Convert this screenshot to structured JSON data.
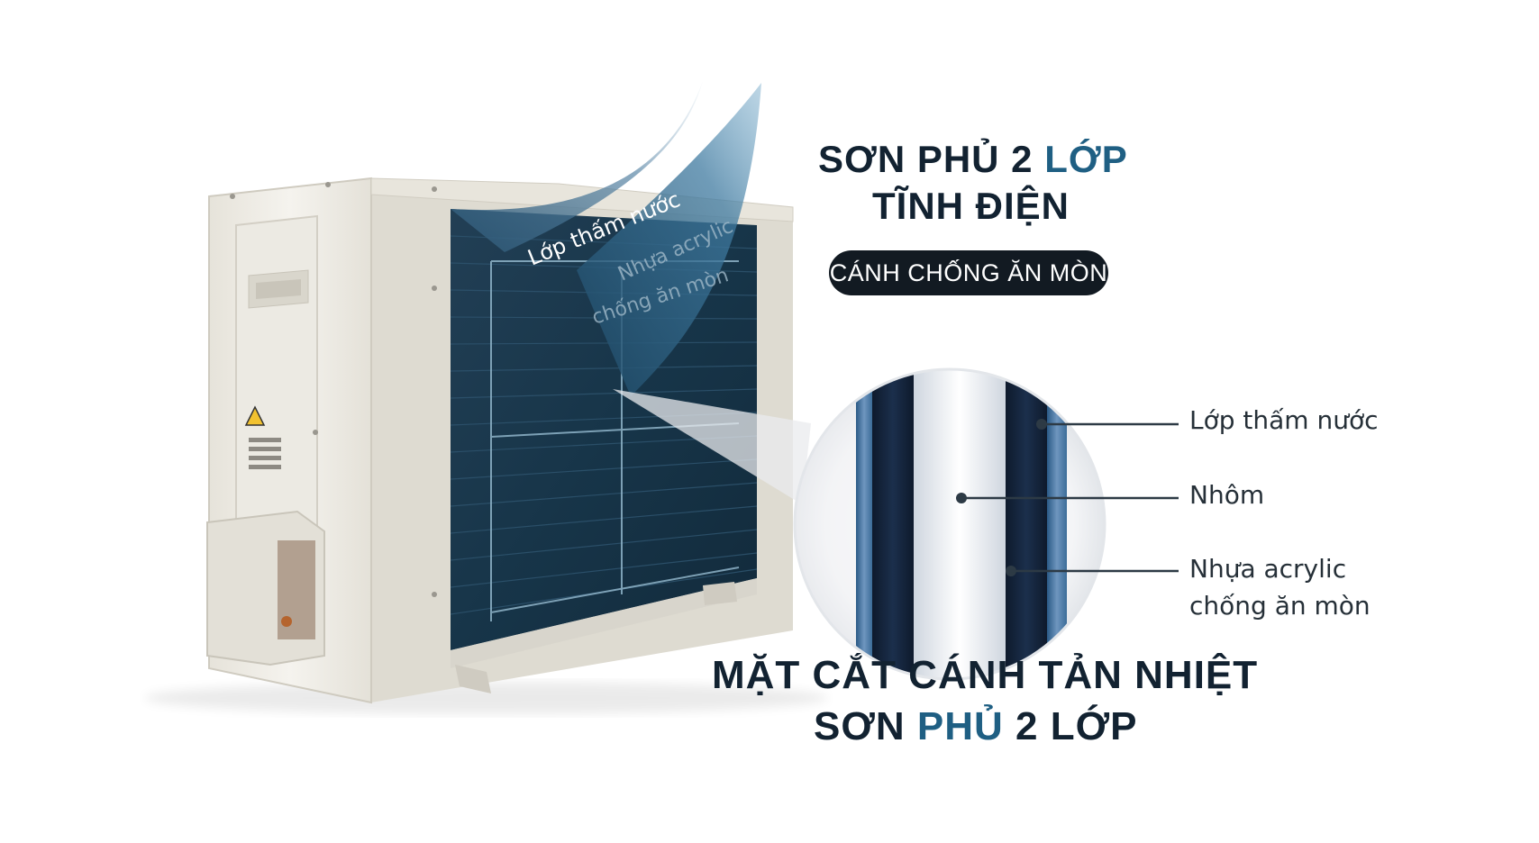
{
  "headline": {
    "line1_prefix": "SƠN PHỦ 2 ",
    "line1_accent": "LỚP",
    "line2": "TĨNH ĐIỆN"
  },
  "badge": {
    "label": "CÁNH CHỐNG ĂN MÒN"
  },
  "overlay_labels": {
    "water_layer": "Lớp thấm nước",
    "acrylic_line1": "Nhựa acrylic",
    "acrylic_line2": "chống ăn mòn"
  },
  "callouts": {
    "water_layer": "Lớp thấm nước",
    "aluminum": "Nhôm",
    "acrylic_line1": "Nhựa acrylic",
    "acrylic_line2": "chống ăn mòn"
  },
  "bottom_title": {
    "line1": "MẶT CẮT CÁNH TẢN NHIỆT",
    "line2_prefix": "SƠN ",
    "line2_accent": "PHỦ",
    "line2_suffix": " 2 LỚP"
  },
  "colors": {
    "text_dark": "#122231",
    "accent_blue": "#1f5f83",
    "badge_bg": "#121a22",
    "unit_body": "#efede6",
    "coil_dark": "#173549",
    "layer_light_blue": "#6f96bf"
  }
}
